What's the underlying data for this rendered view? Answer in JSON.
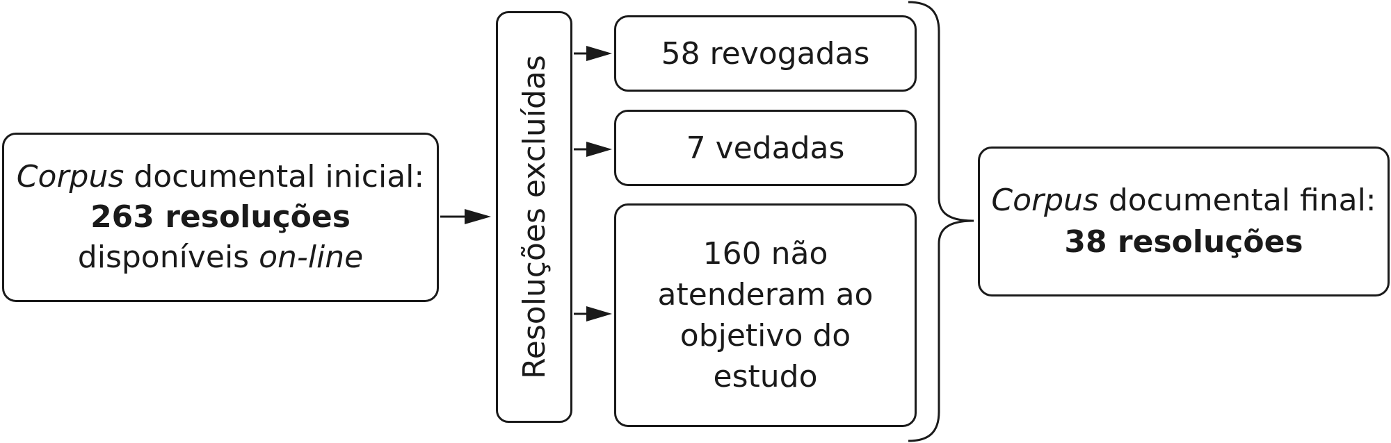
{
  "initial_box": {
    "line1_italic": "Corpus",
    "line1_rest": " documental inicial:",
    "line2_bold": "263 resoluções",
    "line3_plain": "disponíveis ",
    "line3_italic": "on-line"
  },
  "excluded_label": "Resoluções excluídas",
  "excluded_items": [
    {
      "lines": [
        "58 revogadas"
      ]
    },
    {
      "lines": [
        "7 vedadas"
      ]
    },
    {
      "lines": [
        "160 não",
        "atenderam ao",
        "objetivo do",
        "estudo"
      ]
    }
  ],
  "final_box": {
    "line1_italic": "Corpus",
    "line1_rest": " documental final:",
    "line2_bold": "38 resoluções"
  }
}
